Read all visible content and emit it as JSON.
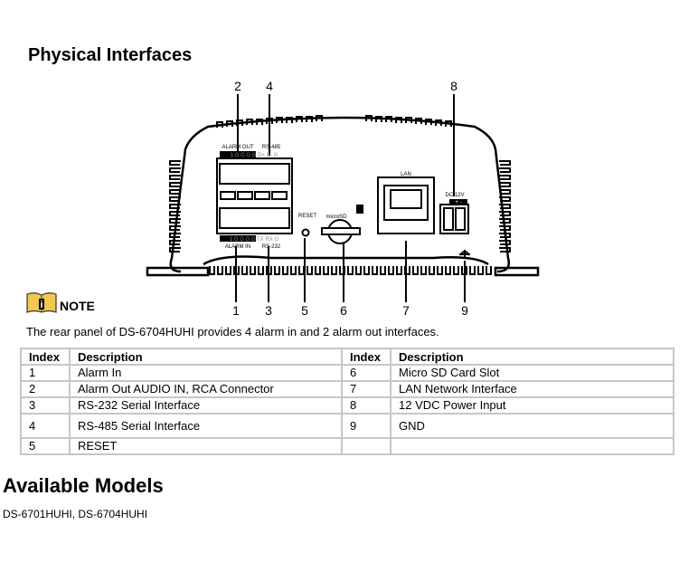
{
  "sections": {
    "physical_title": "Physical Interfaces",
    "models_title": "Available Models"
  },
  "diagram": {
    "callouts_top": [
      "2",
      "4",
      "8"
    ],
    "callouts_bottom": [
      "1",
      "3",
      "5",
      "6",
      "7",
      "9"
    ],
    "labels": {
      "alarm_out": "ALARM OUT",
      "rs485": "RS-485",
      "alarm_in": "ALARM IN",
      "rs232": "RS-232",
      "top_pins": "1 G G G G D+ D- G",
      "bottom_pins": "1 G G G G TX RX G",
      "reset": "RESET",
      "microsd": "microSD",
      "lan": "LAN",
      "dc": "DC 12V",
      "polarity": "+  -"
    }
  },
  "note": {
    "label": "NOTE",
    "text": "The rear panel of DS-6704HUHI provides 4 alarm in and 2 alarm out interfaces.",
    "icon": "info-book-icon",
    "icon_color": "#f2c94c"
  },
  "table": {
    "headers": [
      "Index",
      "Description",
      "Index",
      "Description"
    ],
    "rows": [
      [
        "1",
        "Alarm In",
        "6",
        "Micro SD Card Slot"
      ],
      [
        "2",
        "Alarm Out AUDIO IN, RCA Connector",
        "7",
        "LAN Network Interface"
      ],
      [
        "3",
        "RS-232 Serial Interface",
        "8",
        "12 VDC Power Input"
      ],
      [
        "4",
        "RS-485 Serial Interface",
        "9",
        "GND"
      ],
      [
        "5",
        "RESET",
        "",
        ""
      ]
    ]
  },
  "models": "DS-6701HUHI, DS-6704HUHI"
}
